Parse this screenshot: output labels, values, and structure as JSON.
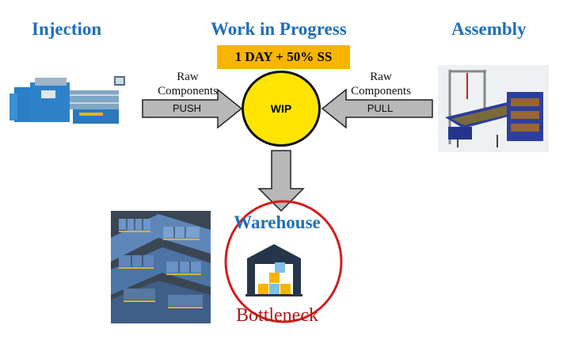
{
  "headings": {
    "injection": "Injection",
    "wip_title": "Work in Progress",
    "assembly": "Assembly"
  },
  "safety_stock_label": "1 DAY + 50% SS",
  "wip_label": "WIP",
  "left_flow": {
    "label_line1": "Raw",
    "label_line2": "Components",
    "arrow_text": "PUSH"
  },
  "right_flow": {
    "label_line1": "Raw",
    "label_line2": "Components",
    "arrow_text": "PULL"
  },
  "warehouse": {
    "label": "Warehouse",
    "status": "Bottleneck"
  },
  "colors": {
    "heading_blue": "#1f6fb8",
    "ss_orange": "#f7b500",
    "wip_yellow": "#ffe500",
    "bottleneck_red": "#d41c1c",
    "arrow_gray": "#b8b8b8"
  }
}
